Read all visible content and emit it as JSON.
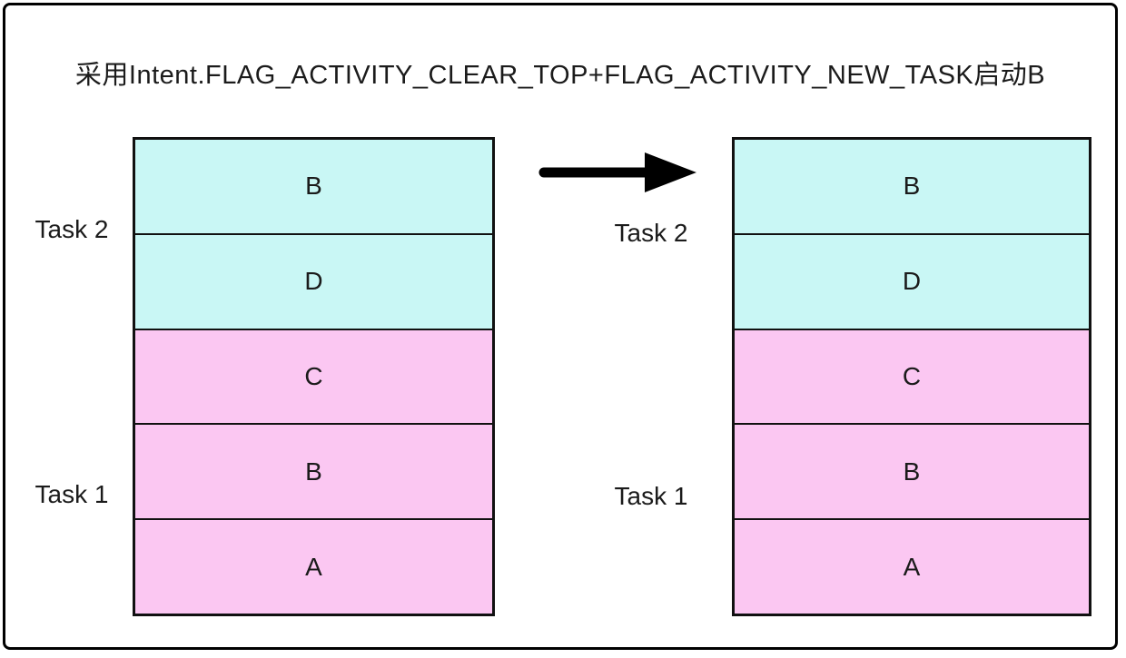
{
  "title": "采用Intent.FLAG_ACTIVITY_CLEAR_TOP+FLAG_ACTIVITY_NEW_TASK启动B",
  "colors": {
    "task2_fill": "#c9f7f5",
    "task1_fill": "#fbc7f2",
    "stroke": "#111111",
    "text": "#1b1b1b",
    "background": "#ffffff"
  },
  "arrow": {
    "icon": "right-arrow"
  },
  "before": {
    "task2_label": "Task 2",
    "task1_label": "Task 1",
    "activities": [
      {
        "name": "B",
        "task": "Task 2"
      },
      {
        "name": "D",
        "task": "Task 2"
      },
      {
        "name": "C",
        "task": "Task 1"
      },
      {
        "name": "B",
        "task": "Task 1"
      },
      {
        "name": "A",
        "task": "Task 1"
      }
    ]
  },
  "after": {
    "task2_label": "Task 2",
    "task1_label": "Task 1",
    "activities": [
      {
        "name": "B",
        "task": "Task 2"
      },
      {
        "name": "D",
        "task": "Task 2"
      },
      {
        "name": "C",
        "task": "Task 1"
      },
      {
        "name": "B",
        "task": "Task 1"
      },
      {
        "name": "A",
        "task": "Task 1"
      }
    ]
  }
}
